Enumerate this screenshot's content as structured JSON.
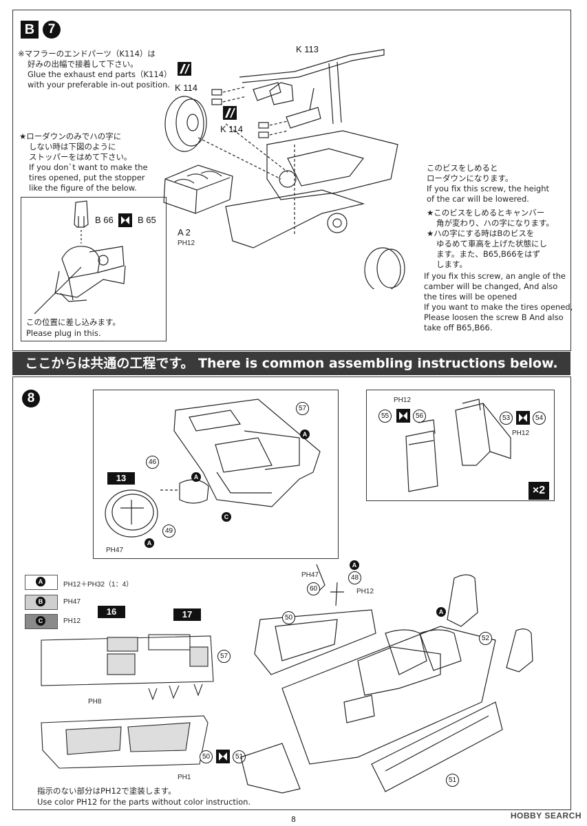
{
  "step_b7": {
    "badge_letter": "B",
    "badge_number": "7",
    "exhaust_note_jp_1": "※マフラーのエンドパーツ（K114）は",
    "exhaust_note_jp_2": "好みの出幅で接着して下さい。",
    "exhaust_note_en_1": "Glue the exhaust end parts（K114）",
    "exhaust_note_en_2": "with your preferable in-out position.",
    "part_k113": "K 113",
    "part_k114_a": "K 114",
    "part_k114_b": "K 114",
    "lowdown_jp_1": "★ローダウンのみでハの字に",
    "lowdown_jp_2": "しない時は下図のように",
    "lowdown_jp_3": "ストッパーをはめて下さい。",
    "lowdown_en_1": "If you don`t want to make the",
    "lowdown_en_2": "tires opened, put the stopper",
    "lowdown_en_3": "like the figure of the below.",
    "inset_b66": "B 66",
    "inset_b65": "B 65",
    "inset_jp": "この位置に差し込みます。",
    "inset_en": "Please plug in this.",
    "part_a2": "A 2",
    "part_ph12": "PH12",
    "screw_jp_1": "このビスをしめると",
    "screw_jp_2": "ローダウンになります。",
    "screw_en_1": "If you fix this screw, the height",
    "screw_en_2": "of the car will be lowered.",
    "camber_jp_1": "★このビスをしめるとキャンバー",
    "camber_jp_2": "角が変わり、ハの字になります。",
    "camber_jp_3": "★ハの字にする時はBのビスを",
    "camber_jp_4": "ゆるめて車高を上げた状態にし",
    "camber_jp_5": "ます。また、B65,B66をはず",
    "camber_jp_6": "します。",
    "camber_en_1": "If you fix this screw, an angle of the",
    "camber_en_2": "camber will be changed, And also",
    "camber_en_3": "the tires will be opened",
    "camber_en_4": "If you want to make the tires opened,",
    "camber_en_5": "Please loosen the screw B And also",
    "camber_en_6": "take off B65,B66."
  },
  "banner": {
    "text": "ここからは共通の工程です。 There is common assembling instructions below."
  },
  "step_8": {
    "number": "8",
    "p57": "57",
    "pA_dash": "A",
    "p46": "46",
    "pA_col": "A",
    "d13": "13",
    "pC_col": "C",
    "p49": "49",
    "pA_wheel": "A",
    "ph47": "PH47",
    "seat_ph12_top": "PH12",
    "p55": "55",
    "p56": "56",
    "p53": "53",
    "p54": "54",
    "seat_ph12_bottom": "PH12",
    "x2": "×2",
    "legend_a": "PH12＋PH32（1：4）",
    "legend_b": "PH47",
    "legend_c": "PH12",
    "d16": "16",
    "d17": "17",
    "p57b": "57",
    "ph8": "PH8",
    "p50": "50",
    "p51": "51",
    "ph1": "PH1",
    "ph47b": "PH47",
    "p48": "48",
    "p60": "60",
    "ph12c": "PH12",
    "p50b": "50",
    "p52": "52",
    "p51b": "51",
    "footer_jp": "指示のない部分はPH12で塗装します。",
    "footer_en": "Use color PH12 for the parts without color instruction."
  },
  "page_number": "8",
  "watermark": "HOBBY SEARCH"
}
